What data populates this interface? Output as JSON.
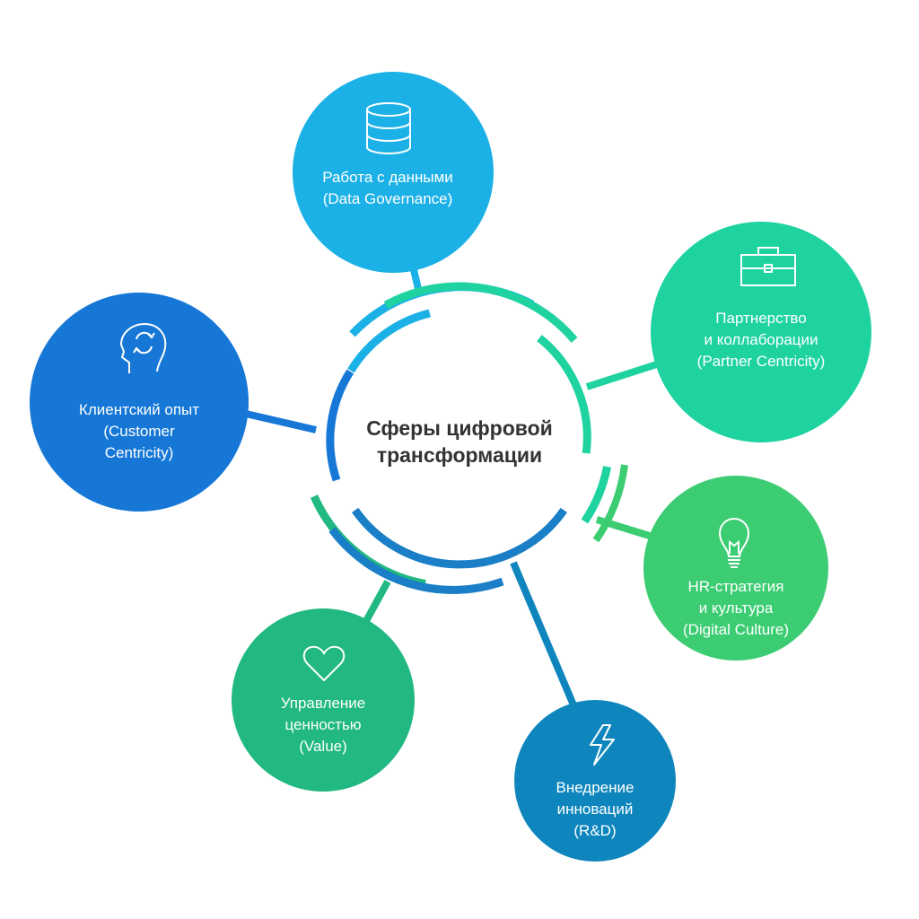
{
  "center": {
    "line1": "Сферы цифровой",
    "line2": "трансформации"
  },
  "nodes": {
    "data": {
      "icon": "database-icon",
      "color": "#1cb1e6",
      "line1": "Работа с данными",
      "line2": "(Data Governance)"
    },
    "partner": {
      "icon": "briefcase-icon",
      "color": "#1fd3a1",
      "line1": "Партнерство",
      "line2": "и коллаборации",
      "line3": "(Partner Centricity)"
    },
    "customer": {
      "icon": "head-icon",
      "color": "#1677d6",
      "line1": "Клиентский опыт",
      "line2": "(Customer",
      "line3": "Centricity)"
    },
    "hr": {
      "icon": "lightbulb-icon",
      "color": "#3ccd73",
      "line1": "HR-стратегия",
      "line2": "и культура",
      "line3": "(Digital Culture)"
    },
    "value": {
      "icon": "heart-icon",
      "color": "#21b882",
      "line1": "Управление",
      "line2": "ценностью",
      "line3": "(Value)"
    },
    "rnd": {
      "icon": "lightning-icon",
      "color": "#0e86bd",
      "line1": "Внедрение",
      "line2": "инноваций",
      "line3": "(R&D)"
    }
  }
}
